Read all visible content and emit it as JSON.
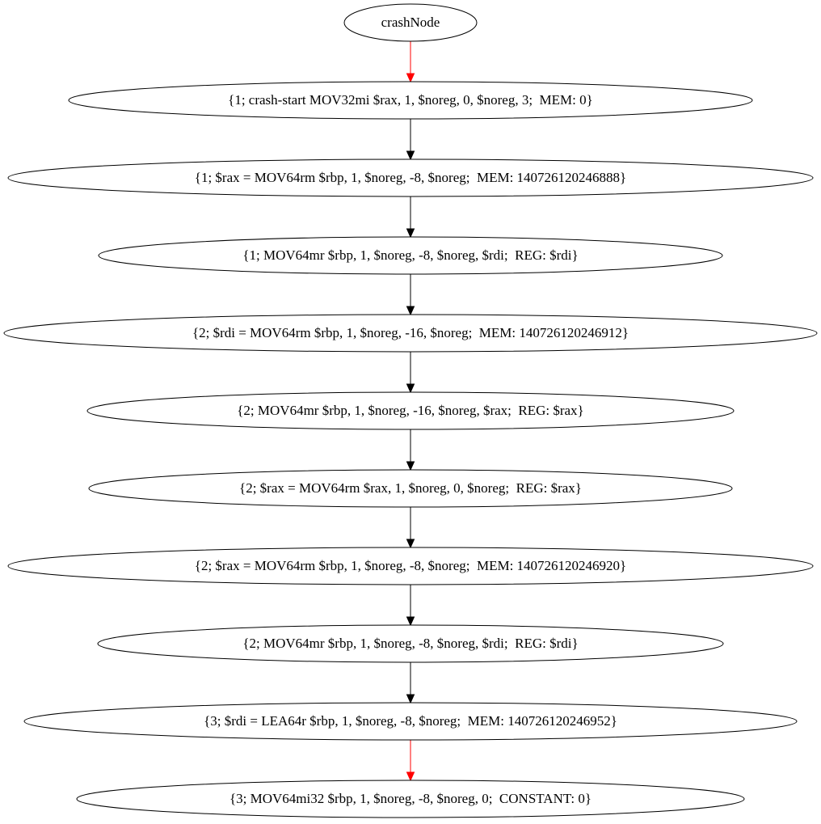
{
  "graph": {
    "nodes": [
      {
        "id": "n0",
        "label": "crashNode"
      },
      {
        "id": "n1",
        "label": "{1; crash-start MOV32mi $rax, 1, $noreg, 0, $noreg, 3;  MEM: 0}"
      },
      {
        "id": "n2",
        "label": "{1; $rax = MOV64rm $rbp, 1, $noreg, -8, $noreg;  MEM: 140726120246888}"
      },
      {
        "id": "n3",
        "label": "{1; MOV64mr $rbp, 1, $noreg, -8, $noreg, $rdi;  REG: $rdi}"
      },
      {
        "id": "n4",
        "label": "{2; $rdi = MOV64rm $rbp, 1, $noreg, -16, $noreg;  MEM: 140726120246912}"
      },
      {
        "id": "n5",
        "label": "{2; MOV64mr $rbp, 1, $noreg, -16, $noreg, $rax;  REG: $rax}"
      },
      {
        "id": "n6",
        "label": "{2; $rax = MOV64rm $rax, 1, $noreg, 0, $noreg;  REG: $rax}"
      },
      {
        "id": "n7",
        "label": "{2; $rax = MOV64rm $rbp, 1, $noreg, -8, $noreg;  MEM: 140726120246920}"
      },
      {
        "id": "n8",
        "label": "{2; MOV64mr $rbp, 1, $noreg, -8, $noreg, $rdi;  REG: $rdi}"
      },
      {
        "id": "n9",
        "label": "{3; $rdi = LEA64r $rbp, 1, $noreg, -8, $noreg;  MEM: 140726120246952}"
      },
      {
        "id": "n10",
        "label": "{3; MOV64mi32 $rbp, 1, $noreg, -8, $noreg, 0;  CONSTANT: 0}"
      }
    ],
    "edges": [
      {
        "from": "n0",
        "to": "n1",
        "color": "#ff0000"
      },
      {
        "from": "n1",
        "to": "n2",
        "color": "#000000"
      },
      {
        "from": "n2",
        "to": "n3",
        "color": "#000000"
      },
      {
        "from": "n3",
        "to": "n4",
        "color": "#000000"
      },
      {
        "from": "n4",
        "to": "n5",
        "color": "#000000"
      },
      {
        "from": "n5",
        "to": "n6",
        "color": "#000000"
      },
      {
        "from": "n6",
        "to": "n7",
        "color": "#000000"
      },
      {
        "from": "n7",
        "to": "n8",
        "color": "#000000"
      },
      {
        "from": "n8",
        "to": "n9",
        "color": "#000000"
      },
      {
        "from": "n9",
        "to": "n10",
        "color": "#ff0000"
      }
    ]
  }
}
